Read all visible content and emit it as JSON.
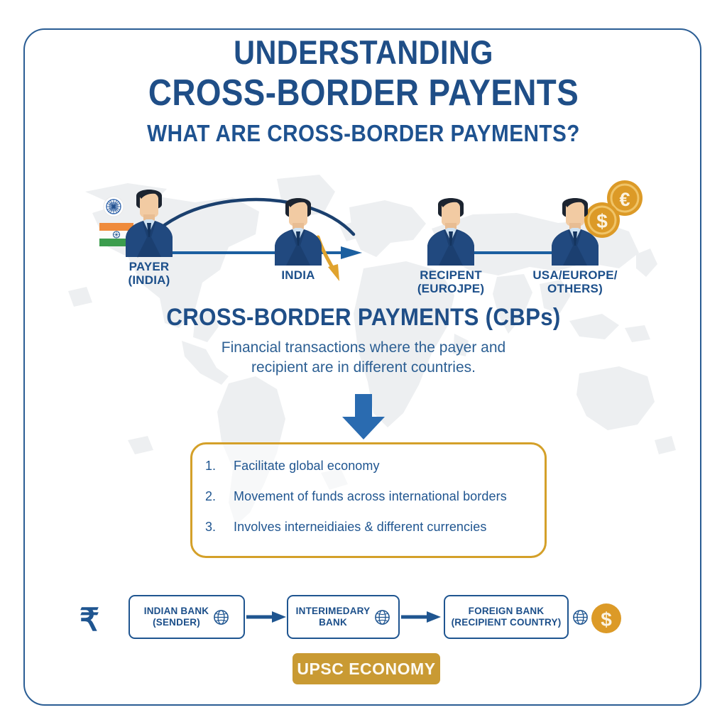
{
  "header": {
    "title_line1": "UNDERSTANDING",
    "title_line2": "CROSS-BORDER PAYENTS",
    "subtitle": "WHAT ARE CROSS-BORDER PAYMENTS?"
  },
  "flow_people": {
    "payer": {
      "line1": "PAYER",
      "line2": "(INDIA)",
      "flag": "india-flag-icon"
    },
    "india": {
      "line1": "INDIA",
      "line2": ""
    },
    "recipient": {
      "line1": "RECIPENT",
      "line2": "(EUROJPE)"
    },
    "destination": {
      "line1": "USA/EUROPE/",
      "line2": "OTHERS)"
    },
    "coins": [
      "euro-coin-icon",
      "dollar-coin-icon"
    ]
  },
  "definition": {
    "heading": "CROSS-BORDER PAYMENTS (CBPs)",
    "desc_line1": "Financial transactions where the payer and",
    "desc_line2": "recipient are in different countries."
  },
  "points": [
    {
      "num": "1.",
      "text": "Facilitate global economy"
    },
    {
      "num": "2.",
      "text": "Movement of funds across international borders"
    },
    {
      "num": "3.",
      "text": "Involves interneidiaies & different currencies"
    }
  ],
  "bank_flow": {
    "currency_start": "₹",
    "currency_end": "$",
    "banks": [
      {
        "line1": "INDIAN BANK",
        "line2": "(SENDER)"
      },
      {
        "line1": "INTERIMEDARY",
        "line2": "BANK"
      },
      {
        "line1": "FOREIGN BANK",
        "line2": "(RECIPIENT COUNTRY)"
      }
    ]
  },
  "footer": {
    "badge": "UPSC ECONOMY"
  },
  "colors": {
    "primary_blue": "#1f4e87",
    "mid_blue": "#2a5d94",
    "text_blue": "#1c4f8a",
    "gold": "#d4a029",
    "badge_gold": "#c99a33",
    "coin_gold": "#e0a32e",
    "map_gray": "#ebedef",
    "background": "#ffffff"
  }
}
